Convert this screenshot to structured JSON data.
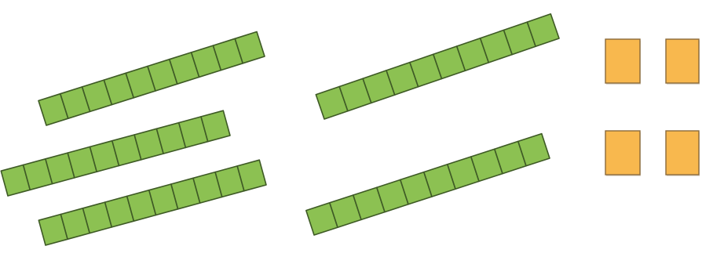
{
  "colors": {
    "background": "#ffffff",
    "ten_rod_fill": "#8cc152",
    "ten_rod_stroke": "#3e5a25",
    "one_unit_fill": "#f8b84e",
    "one_unit_stroke": "#8a6a3a"
  },
  "groups": [
    {
      "name": "tens-group-left",
      "kind": "ten-rod",
      "count": 3,
      "units_per_rod": 10
    },
    {
      "name": "tens-group-middle",
      "kind": "ten-rod",
      "count": 2,
      "units_per_rod": 10
    },
    {
      "name": "ones-group",
      "kind": "unit-cube",
      "count": 4
    }
  ]
}
